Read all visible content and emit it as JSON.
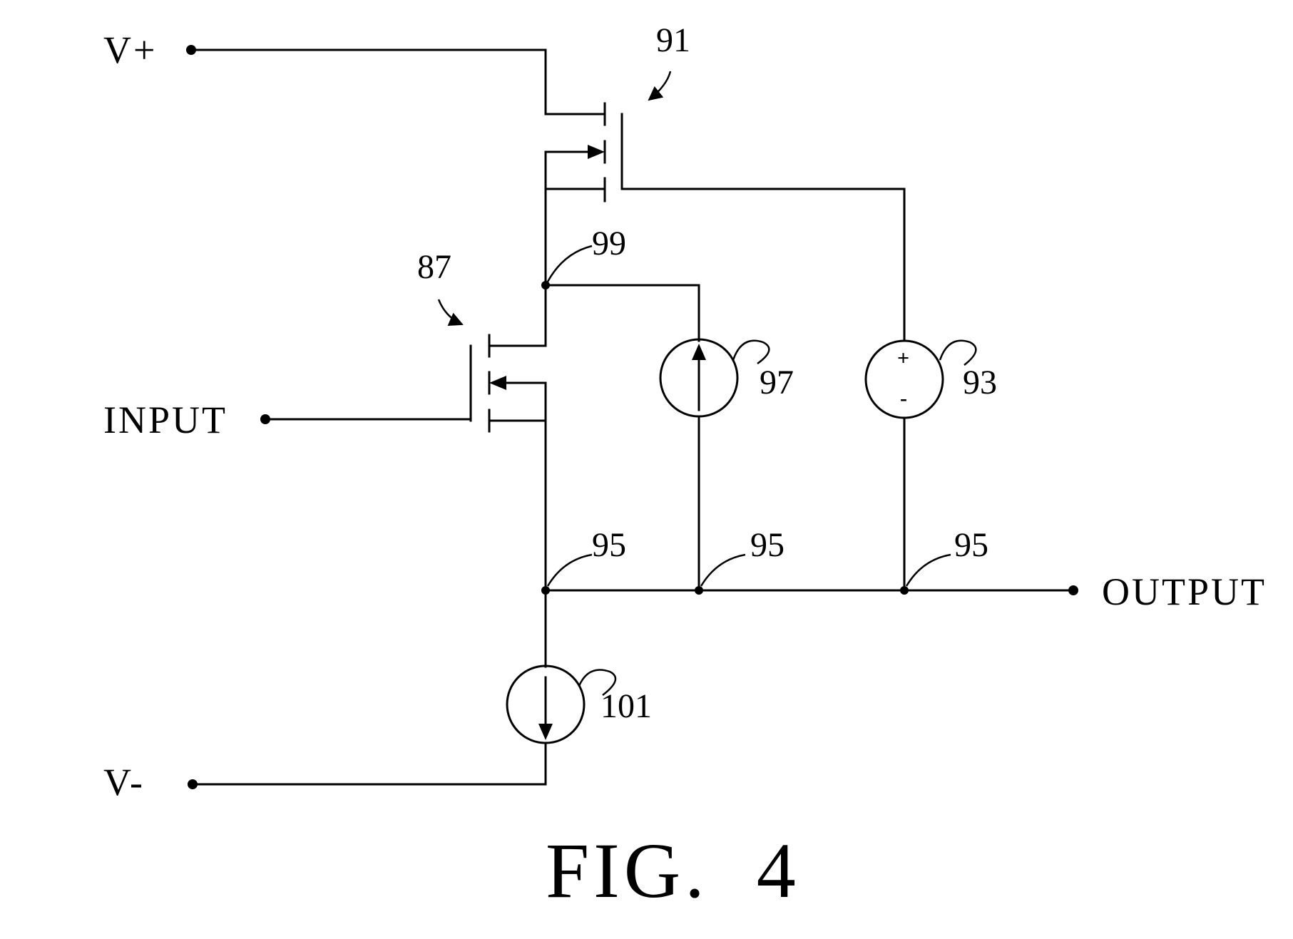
{
  "terminals": {
    "v_plus": "V+",
    "v_minus": "V-",
    "input": "INPUT",
    "output": "OUTPUT"
  },
  "refs": {
    "transistor_top": "91",
    "transistor_input": "87",
    "node_99": "99",
    "current_source_97": "97",
    "voltage_source_93": "93",
    "node_95_left": "95",
    "node_95_mid": "95",
    "node_95_right": "95",
    "current_source_101": "101"
  },
  "source_93_signs": {
    "plus": "+",
    "minus": "-"
  },
  "caption": "FIG.  4"
}
